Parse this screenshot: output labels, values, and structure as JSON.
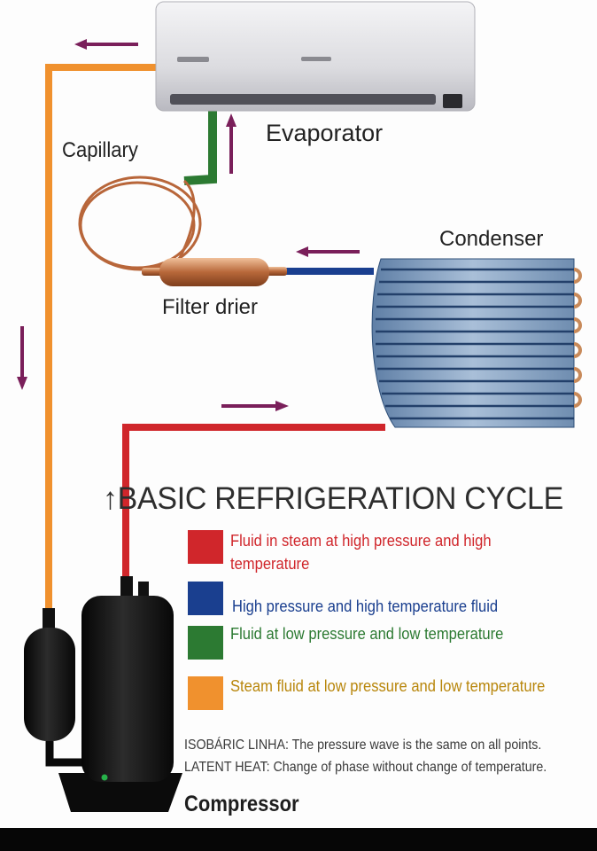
{
  "labels": {
    "evaporator": "Evaporator",
    "capillary": "Capillary",
    "condenser": "Condenser",
    "filter_drier": "Filter drier",
    "compressor": "Compressor"
  },
  "title": "↑BASIC REFRIGERATION CYCLE",
  "legend": [
    {
      "text": "Fluid in steam at high pressure and high temperature",
      "swatch": "#d0262b",
      "text_color": "#d0262b"
    },
    {
      "text": "High pressure and high temperature fluid",
      "swatch": "#1a3f8f",
      "text_color": "#1a3f8f"
    },
    {
      "text": "Fluid at low pressure and low temperature",
      "swatch": "#2c7a32",
      "text_color": "#2c7a32"
    },
    {
      "text": "Steam fluid at low pressure and low temperature",
      "swatch": "#f0912e",
      "text_color": "#b8860b"
    }
  ],
  "notes": [
    "ISOBÁRIC LINHA: The pressure wave is the same on all points.",
    "LATENT HEAT: Change of phase without change of temperature."
  ],
  "colors": {
    "pipe_hot_vapor": "#d0262b",
    "pipe_hot_liquid": "#1a3f8f",
    "pipe_cold_liquid": "#2c7a32",
    "pipe_cold_vapor": "#f0912e",
    "arrow": "#7a1f5a"
  }
}
